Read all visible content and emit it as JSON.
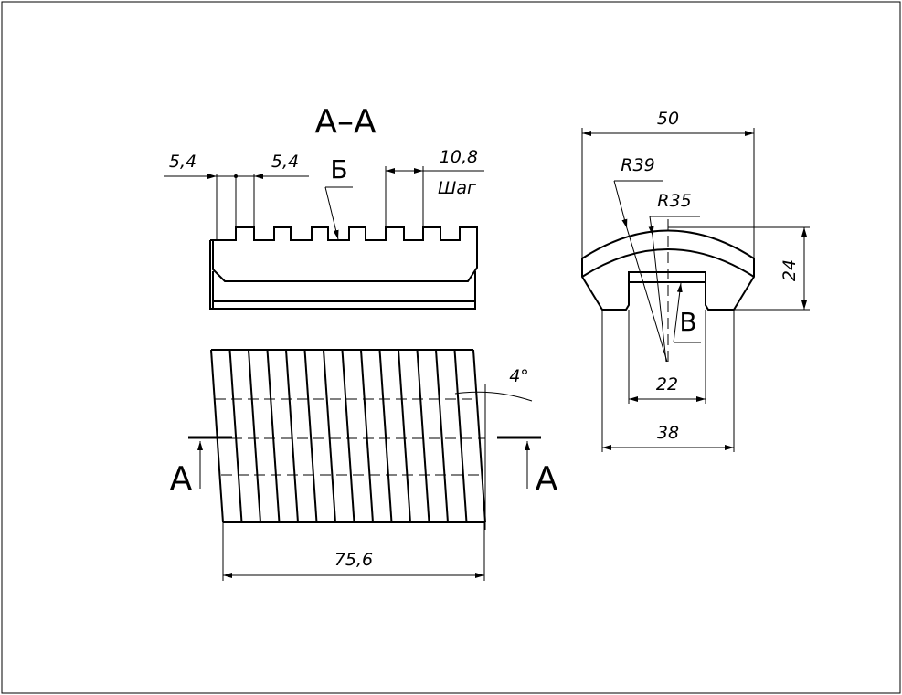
{
  "section_title": "А–А",
  "section": {
    "dim_left": "5,4",
    "dim_right": "5,4",
    "dim_pitch": "10,8",
    "pitch_label": "Шаг",
    "leader_b": "Б"
  },
  "side_view": {
    "dim_width": "50",
    "radius_outer": "R39",
    "radius_inner": "R35",
    "dim_height": "24",
    "leader_v": "В",
    "dim_slot": "22",
    "dim_base": "38"
  },
  "plan_view": {
    "angle": "4°",
    "cut_label_left": "А",
    "cut_label_right": "А",
    "dim_length": "75,6"
  }
}
